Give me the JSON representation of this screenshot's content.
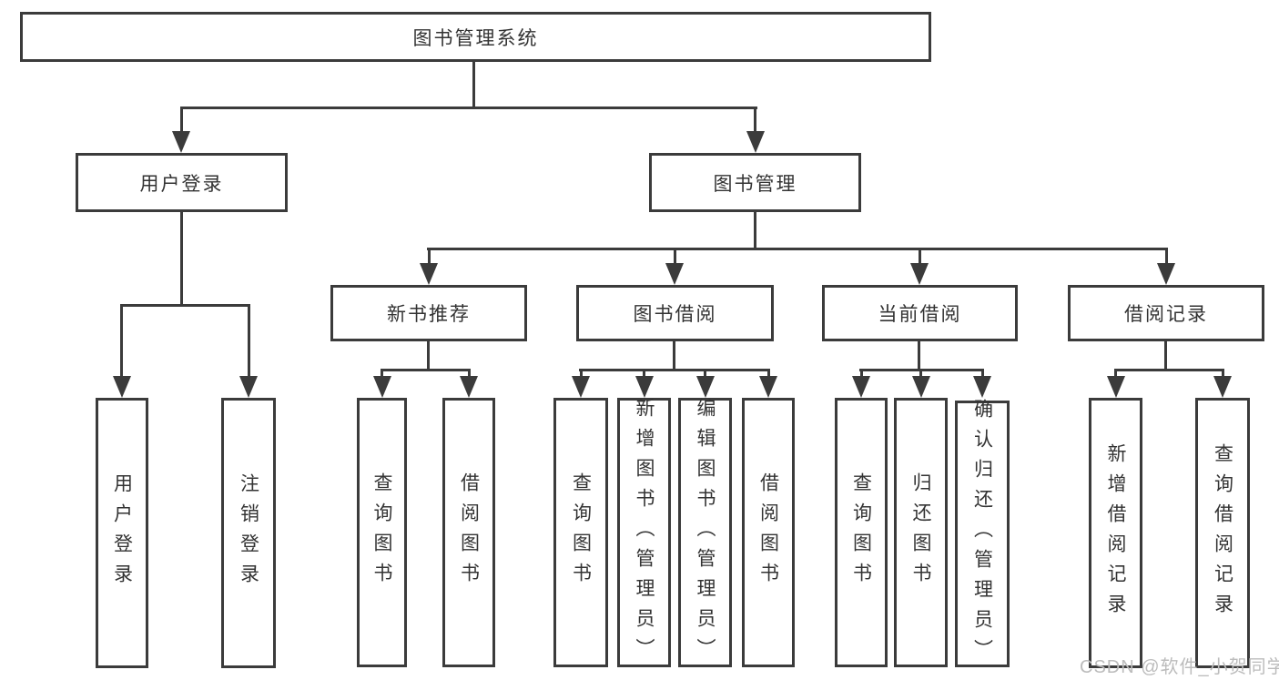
{
  "diagram_type": "hierarchy-tree",
  "tree": {
    "label": "图书管理系统",
    "children": [
      {
        "label": "用户登录",
        "children": [
          {
            "label": "用户登录"
          },
          {
            "label": "注销登录"
          }
        ]
      },
      {
        "label": "图书管理",
        "children": [
          {
            "label": "新书推荐",
            "children": [
              {
                "label": "查询图书"
              },
              {
                "label": "借阅图书"
              }
            ]
          },
          {
            "label": "图书借阅",
            "children": [
              {
                "label": "查询图书"
              },
              {
                "label": "新增图书（管理员）"
              },
              {
                "label": "编辑图书（管理员）"
              },
              {
                "label": "借阅图书"
              }
            ]
          },
          {
            "label": "当前借阅",
            "children": [
              {
                "label": "查询图书"
              },
              {
                "label": "归还图书"
              },
              {
                "label": "确认归还（管理员）"
              }
            ]
          },
          {
            "label": "借阅记录",
            "children": [
              {
                "label": "新增借阅记录"
              },
              {
                "label": "查询借阅记录"
              }
            ]
          }
        ]
      }
    ]
  },
  "watermark": {
    "text": "CSDN @软件_小贺同学"
  },
  "colors": {
    "line": "#3b3b3b",
    "text": "#333333",
    "watermark": "#bcbcbc",
    "background": "#ffffff"
  }
}
